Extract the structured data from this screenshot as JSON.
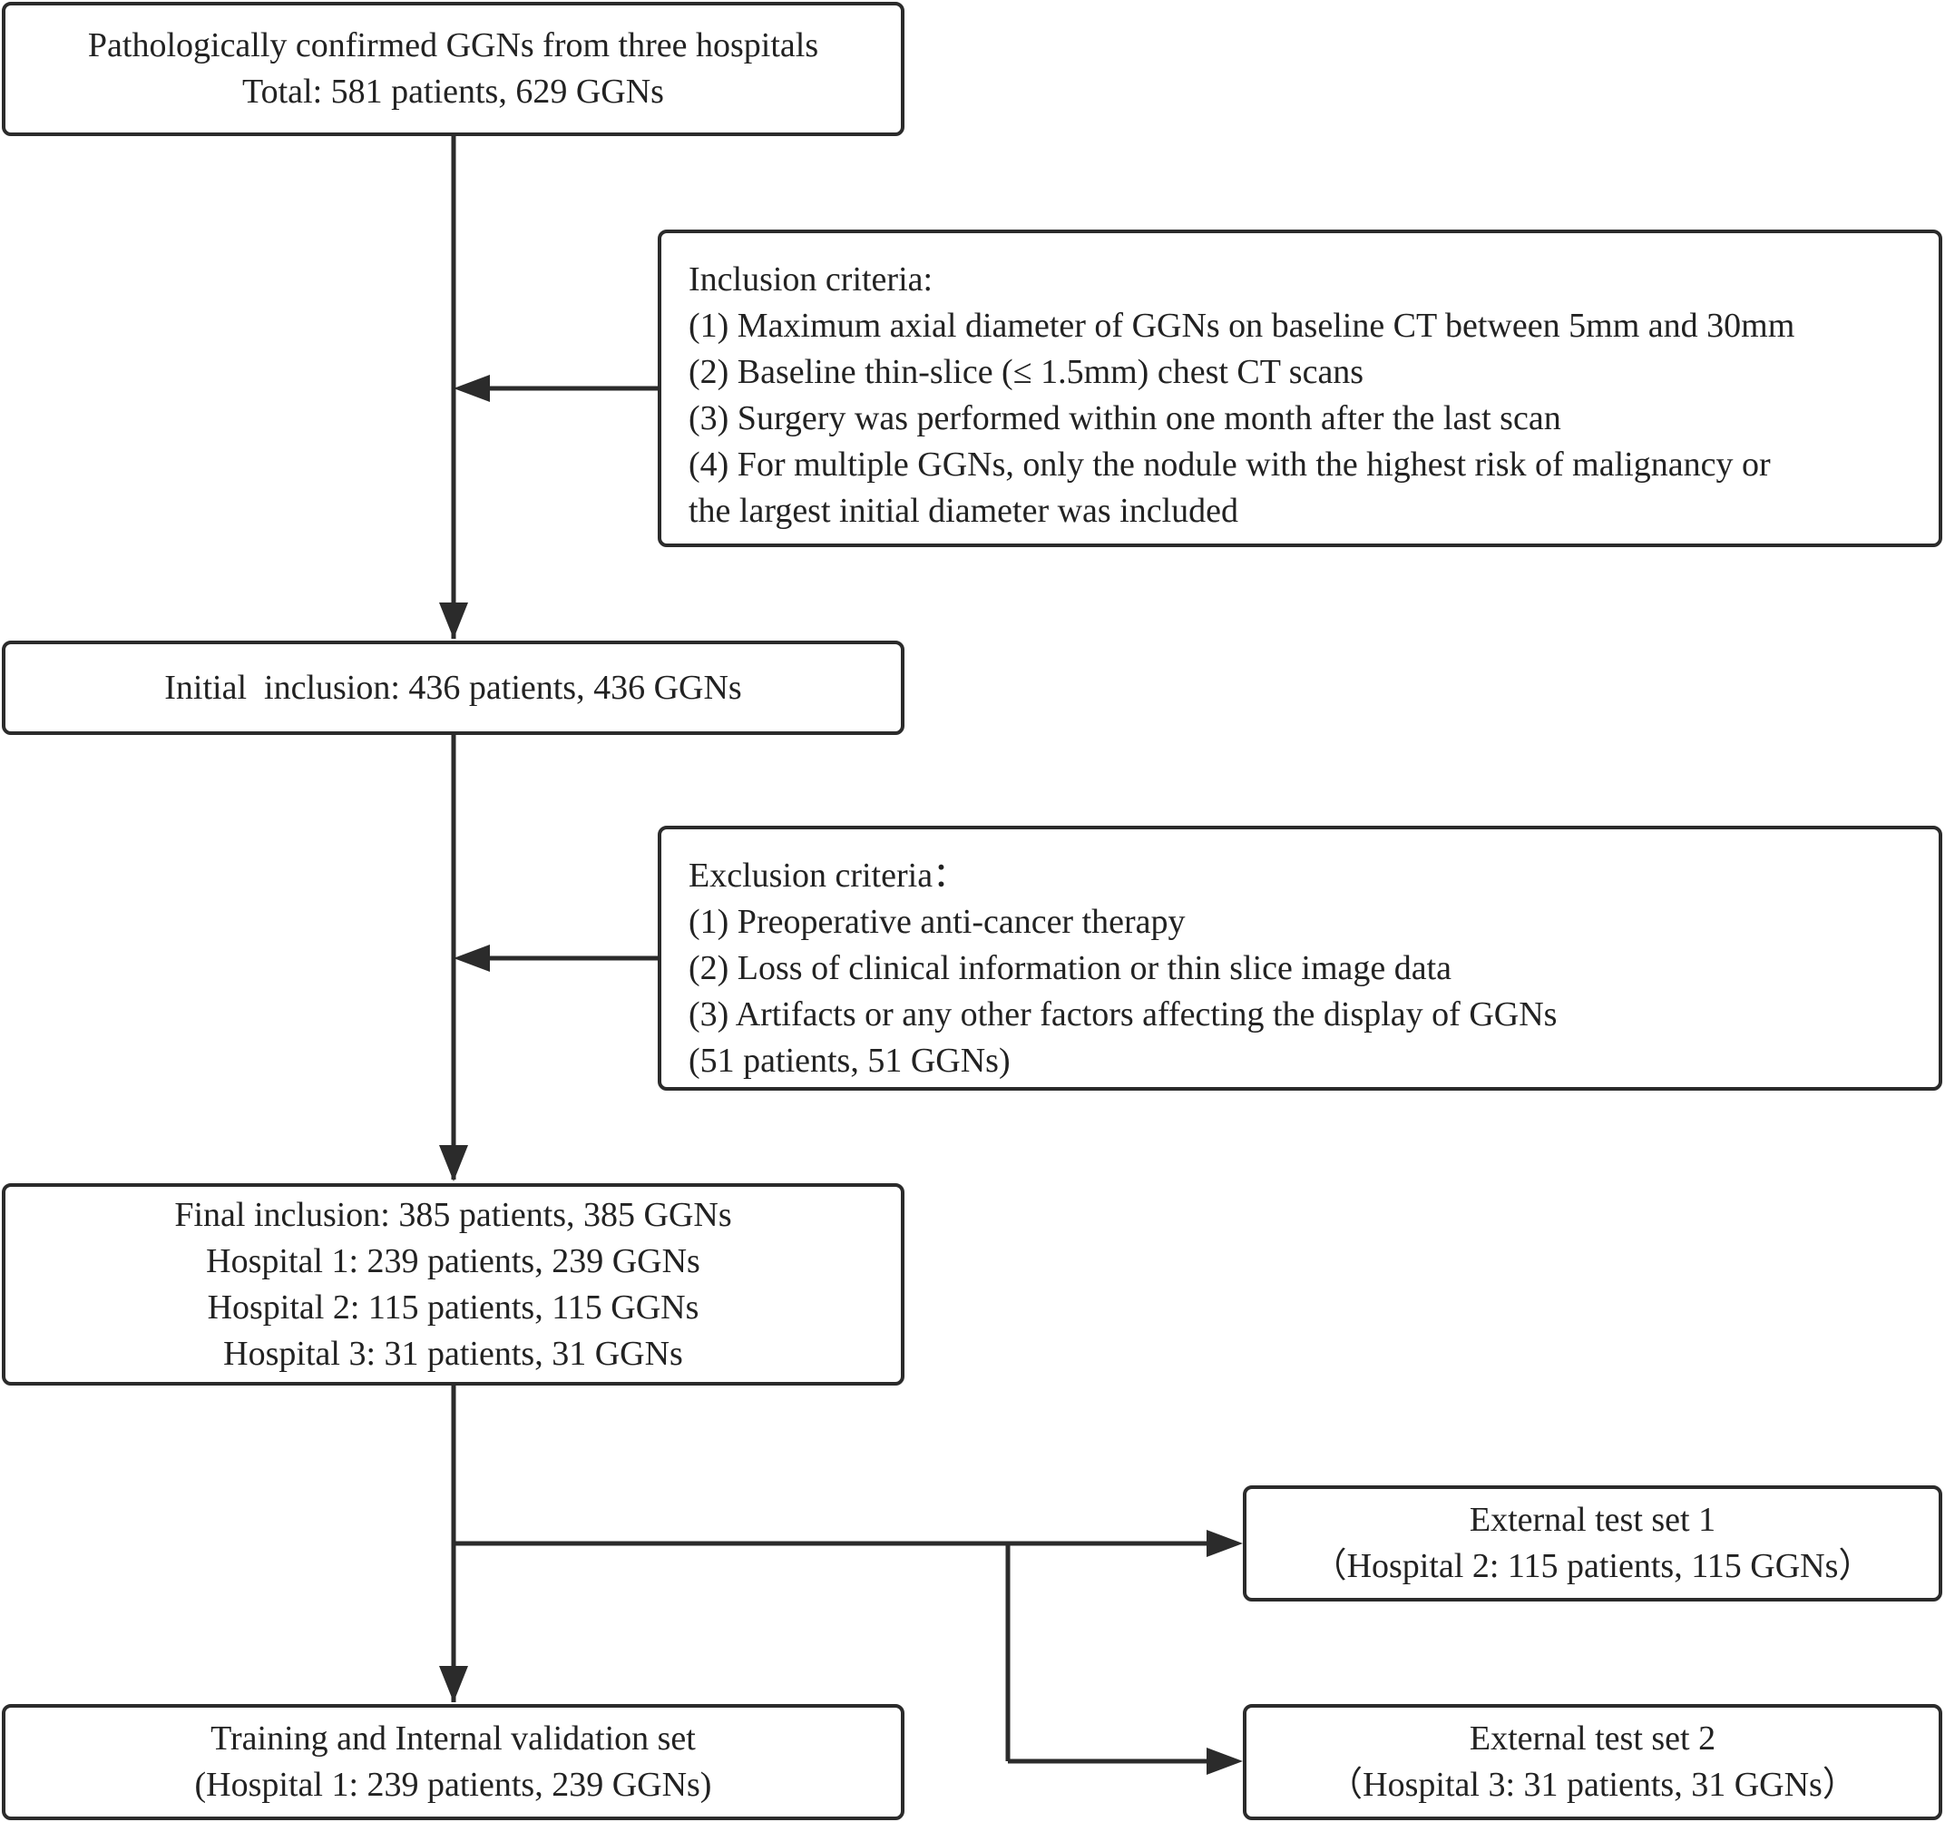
{
  "box_total": {
    "lines": [
      "Pathologically confirmed GGNs from three hospitals",
      "Total: 581 patients, 629 GGNs"
    ]
  },
  "box_inclusion": {
    "title": "Inclusion criteria:",
    "lines": [
      "(1) Maximum axial diameter of GGNs on baseline CT between 5mm and 30mm",
      "(2) Baseline thin-slice (≤ 1.5mm) chest CT scans",
      "(3) Surgery was performed within one month after the last scan",
      "(4) For multiple GGNs, only the nodule with the highest risk of malignancy or",
      "the largest initial diameter was included"
    ]
  },
  "box_initial": {
    "lines": [
      "Initial  inclusion: 436 patients, 436 GGNs"
    ]
  },
  "box_exclusion": {
    "title": "Exclusion criteria：",
    "lines": [
      "(1) Preoperative anti-cancer therapy",
      "(2) Loss of clinical information or thin slice image data",
      "(3) Artifacts or any other factors affecting the display of GGNs",
      "(51 patients, 51 GGNs)"
    ]
  },
  "box_final": {
    "lines": [
      "Final inclusion: 385 patients, 385 GGNs",
      "Hospital 1: 239 patients, 239 GGNs",
      "Hospital 2: 115 patients, 115 GGNs",
      "Hospital 3: 31 patients, 31 GGNs"
    ]
  },
  "box_ext1": {
    "lines": [
      "External test set 1",
      "（Hospital 2: 115 patients, 115 GGNs）"
    ]
  },
  "box_training": {
    "lines": [
      "Training and Internal validation set",
      "(Hospital 1: 239 patients, 239 GGNs)"
    ]
  },
  "box_ext2": {
    "lines": [
      "External test set 2",
      "（Hospital 3: 31 patients, 31 GGNs）"
    ]
  },
  "colors": {
    "stroke": "#2b2b2b",
    "text": "#222222",
    "background": "#ffffff"
  }
}
